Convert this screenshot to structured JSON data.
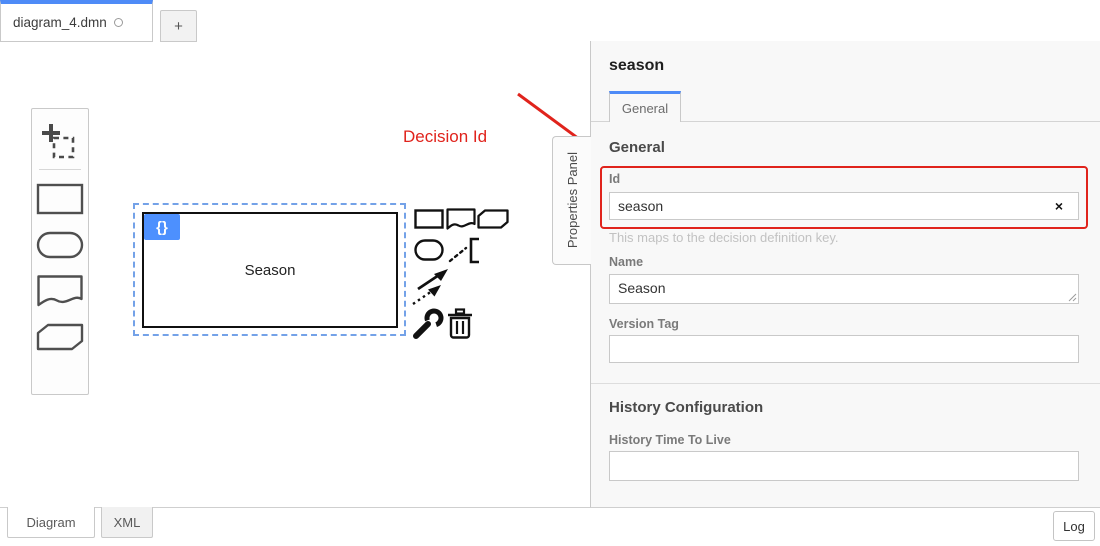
{
  "tab_bar": {
    "active_tab": {
      "label": "diagram_4.dmn"
    },
    "new_tab_label": "+"
  },
  "palette": {
    "tools": [
      "lasso-tool",
      "create-decision",
      "create-input-data",
      "create-knowledge-source",
      "create-business-knowledge-model"
    ]
  },
  "canvas": {
    "decision": {
      "label": "Season",
      "badge": "{}"
    },
    "annotation": {
      "label": "Decision Id"
    }
  },
  "context_pad": {
    "icons": [
      "append-decision",
      "append-knowledge-source",
      "append-business-knowledge-model",
      "append-input-data",
      "append-text-annotation",
      "connect",
      "edit",
      "delete"
    ]
  },
  "properties_panel": {
    "handle": "Properties Panel",
    "title": "season",
    "tab": "General",
    "general_section": {
      "title": "General"
    },
    "id_field": {
      "label": "Id",
      "value": "season",
      "clear": "×",
      "help": "This maps to the decision definition key."
    },
    "name_field": {
      "label": "Name",
      "value": "Season"
    },
    "version_tag_field": {
      "label": "Version Tag",
      "value": ""
    },
    "history_section": {
      "title": "History Configuration"
    },
    "httl_field": {
      "label": "History Time To Live",
      "value": ""
    }
  },
  "bottom_bar": {
    "diagram_tab": "Diagram",
    "xml_tab": "XML",
    "log_button": "Log"
  },
  "colors": {
    "accent_blue": "#4e8bf7",
    "badge_blue": "#4d90fe",
    "selection_blue": "#74a2e8",
    "highlight_red": "#e0231c",
    "panel_bg": "#f8f8f8"
  }
}
